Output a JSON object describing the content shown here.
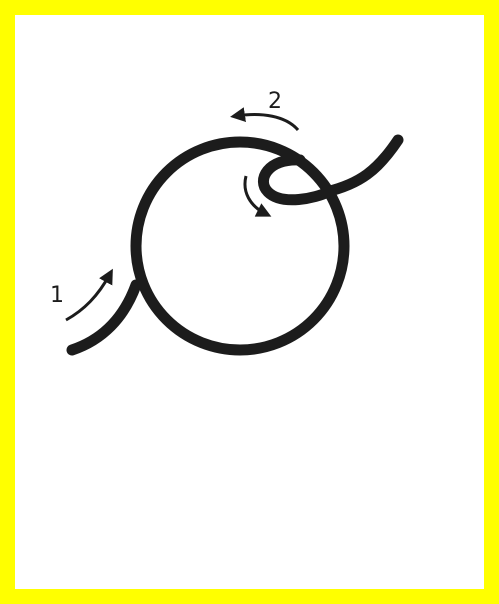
{
  "frame": {
    "color": "#ffff00"
  },
  "diagram": {
    "stroke_color": "#1c1c1c",
    "steps": [
      {
        "label": "1",
        "arrow_icon": "curved-arrow-up-right"
      },
      {
        "label": "2",
        "arrow_icon": "curved-arrow-left"
      }
    ],
    "inner_arrow_icon": "curved-arrow-down"
  }
}
